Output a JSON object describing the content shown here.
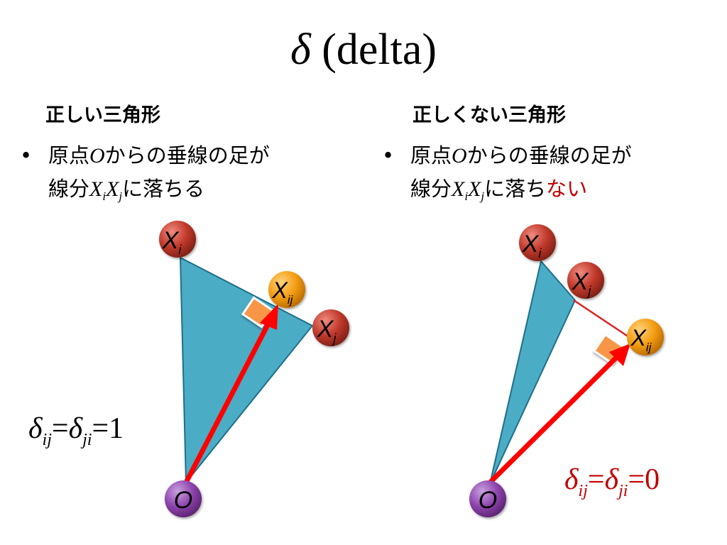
{
  "title": {
    "symbol": "δ",
    "text": " (delta)"
  },
  "left": {
    "heading": "正しい三角形",
    "bullet": {
      "marker": "•",
      "line1": "原点",
      "o": "O",
      "line1_end": "からの垂線の足が",
      "line2_start": "線分",
      "xi_base": "X",
      "xi_sub": "i",
      "xj_base": "X",
      "xj_sub": "j",
      "line2_end": "に落ちる"
    },
    "nodes": {
      "xi": {
        "base": "X",
        "sub": "i"
      },
      "xij": {
        "base": "X",
        "sub": "ij"
      },
      "xj": {
        "base": "X",
        "sub": "j"
      },
      "o": "O"
    },
    "equation": {
      "d1": "δ",
      "s1": "ij",
      "eq1": "=",
      "d2": "δ",
      "s2": "ji",
      "eq2": "=",
      "value": "1"
    }
  },
  "right": {
    "heading": "正しくない三角形",
    "bullet": {
      "marker": "•",
      "line1": "原点",
      "o": "O",
      "line1_end": "からの垂線の足が",
      "line2_start": "線分",
      "xi_base": "X",
      "xi_sub": "i",
      "xj_base": "X",
      "xj_sub": "j",
      "line2_mid": "に落ち",
      "line2_red": "ない"
    },
    "nodes": {
      "xi": {
        "base": "X",
        "sub": "i"
      },
      "xj": {
        "base": "X",
        "sub": "j"
      },
      "xij": {
        "base": "X",
        "sub": "ij"
      },
      "o": "O"
    },
    "equation": {
      "d1": "δ",
      "s1": "ij",
      "eq1": "=",
      "d2": "δ",
      "s2": "ji",
      "eq2": "=",
      "value": "0"
    }
  },
  "colors": {
    "triangle": "#4bacc6",
    "triangle_edge": "#1f6f88",
    "arrow": "#ff0000",
    "perpendicular": "#e02020",
    "right_angle": "#f79646",
    "node_red": "#c0392b",
    "node_orange": "#f39c12",
    "node_purple": "#8e44ad",
    "equation_right": "#c00000"
  },
  "icons": [
    "right-angle-marker-icon",
    "arrow-icon"
  ]
}
